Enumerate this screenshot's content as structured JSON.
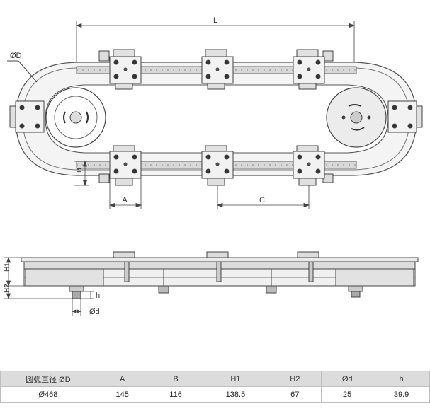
{
  "dimension_labels": {
    "L": "L",
    "D": "ØD",
    "B": "B",
    "A": "A",
    "C": "C",
    "H1": "H1",
    "H2": "H2",
    "h": "h",
    "d": "Ød"
  },
  "spec_table": {
    "headers": [
      "圆弧直径 ØD",
      "A",
      "B",
      "H1",
      "H2",
      "Ød",
      "h"
    ],
    "values": [
      "Ø468",
      "145",
      "116",
      "138.5",
      "67",
      "25",
      "39.9"
    ]
  },
  "colors": {
    "line": "#444444",
    "rail": "#777777",
    "fill": "#e9e9e9",
    "dark": "#333333",
    "table_header": "#dcdcdc",
    "table_border": "#bfbfbf"
  }
}
